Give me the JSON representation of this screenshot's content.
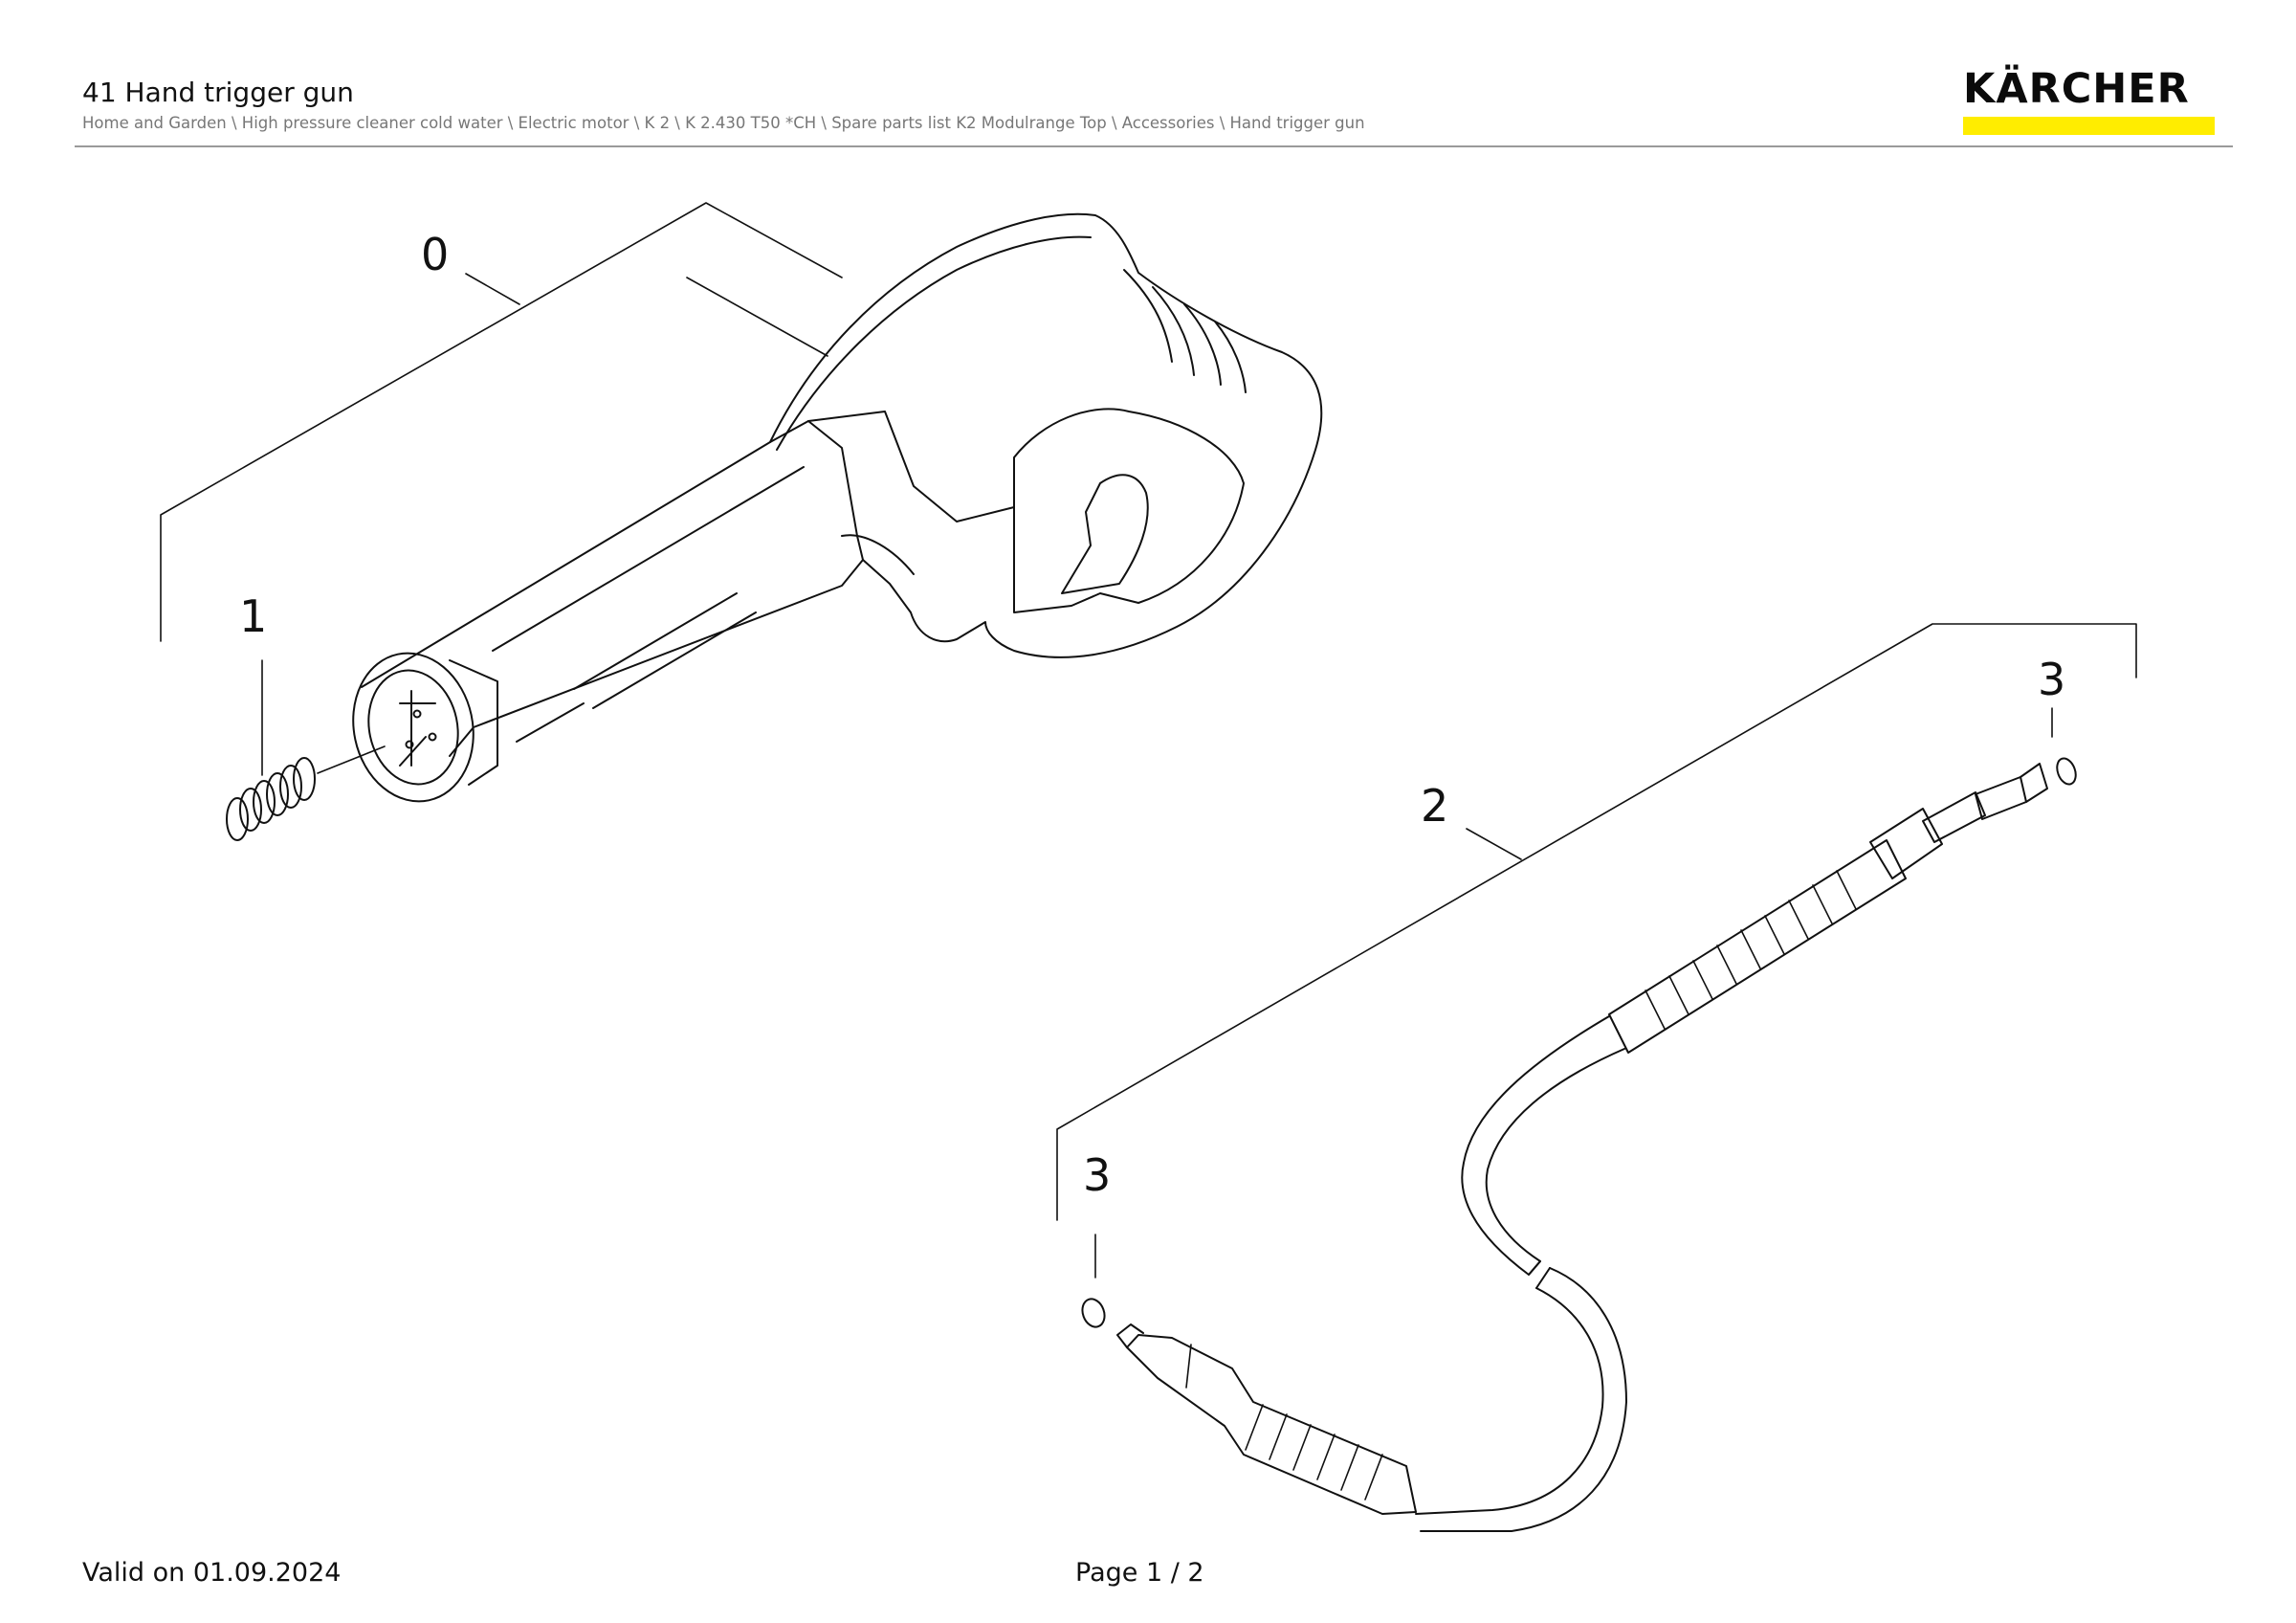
{
  "header": {
    "title": "41 Hand trigger gun",
    "breadcrumb": "Home and Garden \\ High pressure cleaner cold water \\ Electric motor \\ K 2 \\ K 2.430 T50 *CH \\ Spare parts list K2 Modulrange Top \\ Accessories \\ Hand trigger gun",
    "logo_text": "KÄRCHER",
    "logo_bar_color": "#ffed00"
  },
  "diagram": {
    "callouts": [
      "0",
      "1",
      "2",
      "3",
      "3"
    ]
  },
  "footer": {
    "valid": "Valid on 01.09.2024",
    "page": "Page 1 / 2"
  }
}
